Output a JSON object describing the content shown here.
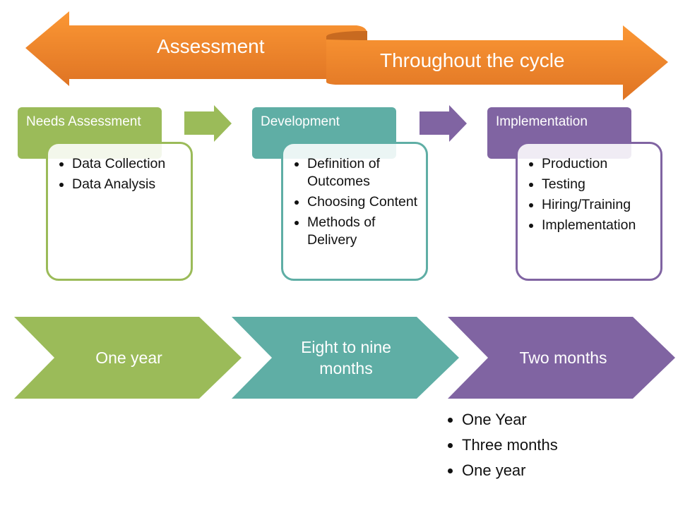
{
  "banners": {
    "left": {
      "label": "Assessment",
      "direction": "left",
      "color": "#F7923A"
    },
    "right": {
      "label": "Throughout the cycle",
      "direction": "right",
      "color": "#F7923A"
    }
  },
  "stages": [
    {
      "title": "Needs Assessment",
      "color": "#9BBB59",
      "items": [
        "Data Collection",
        "Data Analysis"
      ]
    },
    {
      "title": "Development",
      "color": "#5FAEA5",
      "items": [
        "Definition of Outcomes",
        "Choosing Content",
        "Methods of Delivery"
      ]
    },
    {
      "title": "Implementation",
      "color": "#8064A2",
      "items": [
        "Production",
        "Testing",
        "Hiring/Training",
        "Implementation"
      ]
    }
  ],
  "connector_arrows": [
    {
      "from": "Needs Assessment",
      "to": "Development",
      "color": "#9BBB59"
    },
    {
      "from": "Development",
      "to": "Implementation",
      "color": "#8064A2"
    }
  ],
  "durations": [
    {
      "label": "One year",
      "color": "#9BBB59"
    },
    {
      "label": "Eight to nine months",
      "color": "#5FAEA5"
    },
    {
      "label": "Two months",
      "color": "#8064A2"
    }
  ],
  "notes": [
    "One Year",
    "Three months",
    "One year"
  ]
}
